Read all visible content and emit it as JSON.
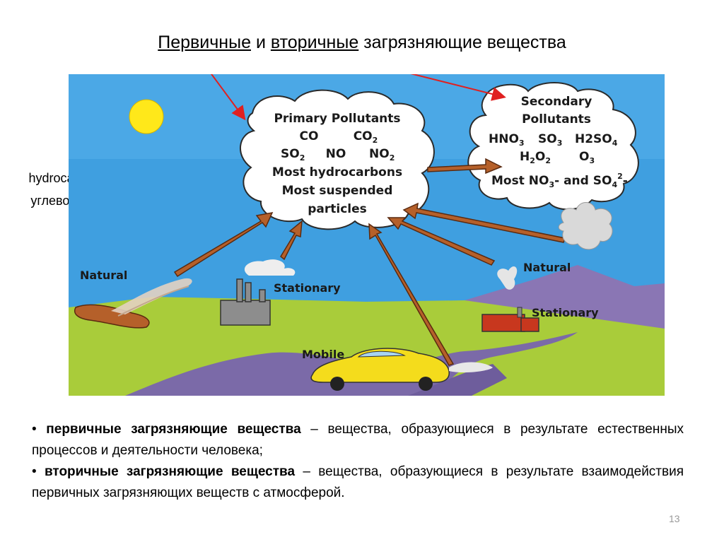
{
  "title": {
    "primary": "Первичные",
    "conj": "и",
    "secondary": "вторичные",
    "rest": "загрязняющие вещества"
  },
  "side_label": {
    "line1": "hydrocarbons –",
    "line2": "углеводороды"
  },
  "diagram": {
    "primary_cloud": {
      "heading": "Primary Pollutants",
      "co": "CO",
      "co2": "CO",
      "co2_sub": "2",
      "so2": "SO",
      "so2_sub": "2",
      "no": "NO",
      "no2": "NO",
      "no2_sub": "2",
      "line4": "Most hydrocarbons",
      "line5": "Most suspended",
      "line6": "particles"
    },
    "secondary_cloud": {
      "line1": "Secondary",
      "line2": "Pollutants",
      "hno3": "HNO",
      "hno3_sub": "3",
      "so3": "SO",
      "so3_sub": "3",
      "h2so4": "H2SO",
      "h2so4_sub": "4",
      "h2o2_a": "H",
      "h2o2_s1": "2",
      "h2o2_b": "O",
      "h2o2_s2": "2",
      "o3": "O",
      "o3_sub": "3",
      "last_a": "Most NO",
      "last_s1": "3",
      "last_b": "- and SO",
      "last_s2": "4",
      "last_sup": "2",
      "last_c": "-"
    },
    "sources": {
      "natural_left": "Natural",
      "stationary_left": "Stationary",
      "natural_right": "Natural",
      "stationary_right": "Stationary",
      "mobile": "Mobile"
    }
  },
  "notes": {
    "bullet1_term": "первичные загрязняющие вещества",
    "bullet1_text": "– вещества, образующиеся в результате естественных процессов и деятельности человека;",
    "bullet2_term": "вторичные загрязняющие вещества",
    "bullet2_text": "– вещества, образующиеся в результате взаимодействия первичных загрязняющих веществ с атмосферой."
  },
  "page_number": "13",
  "colors": {
    "sky": "#3f9fe0",
    "ground": "#a9cc3a",
    "road": "#7b6aa8",
    "arrow_fill": "#b5602a",
    "red_arrow": "#e02020",
    "sun": "#ffe81a",
    "car": "#f4dc1c"
  }
}
